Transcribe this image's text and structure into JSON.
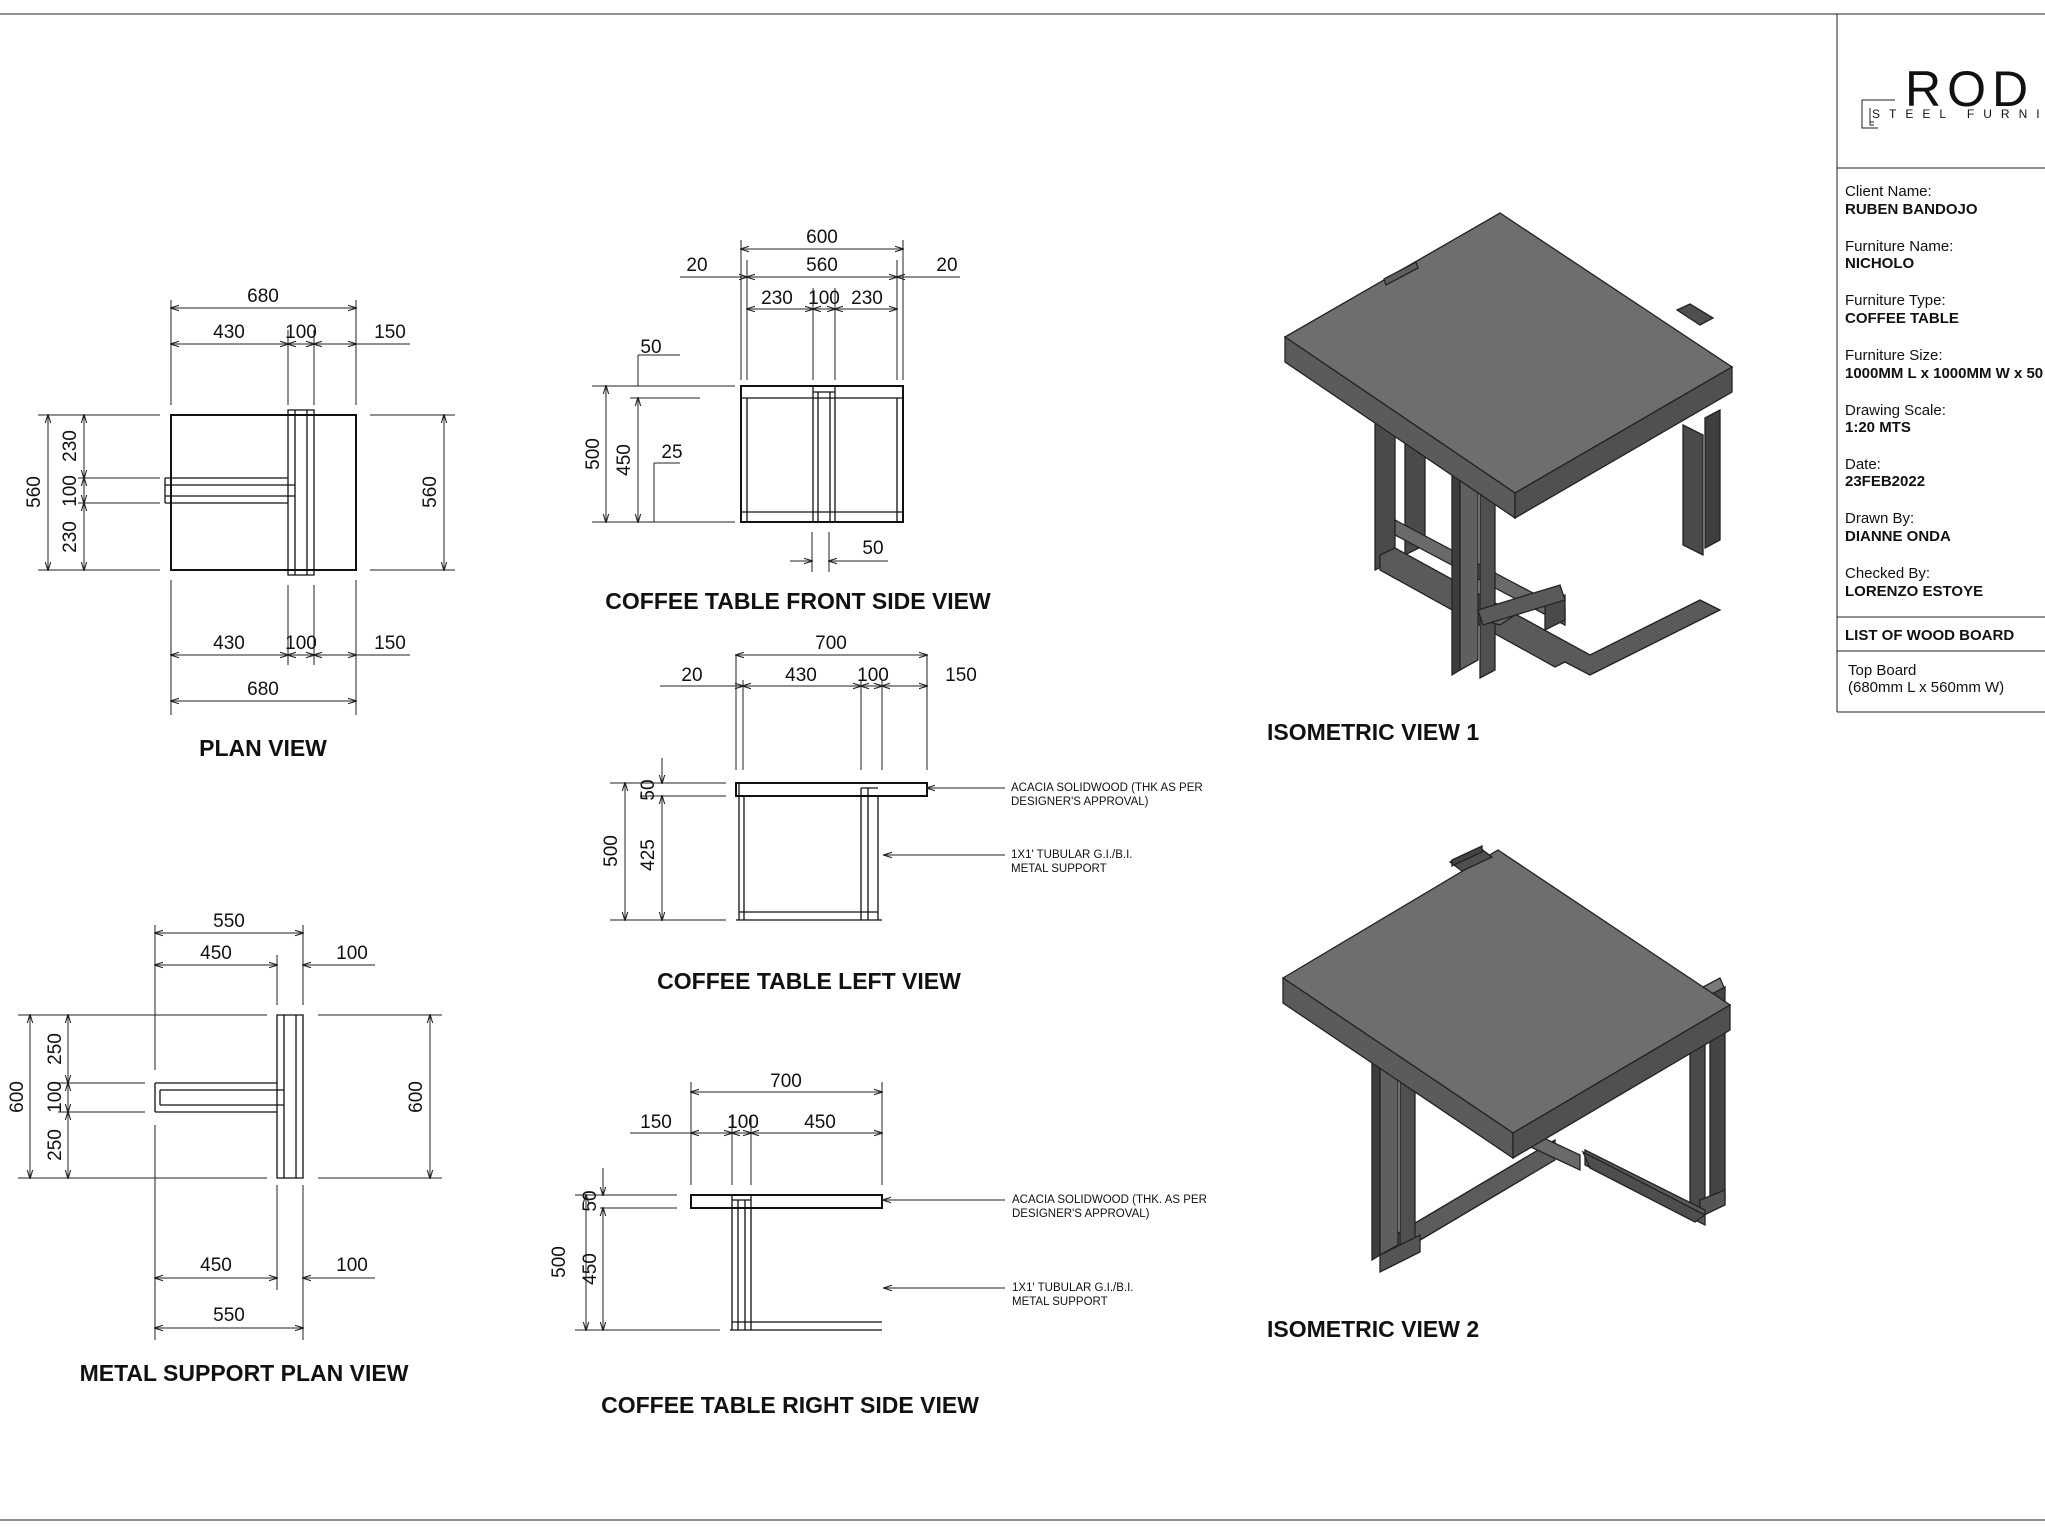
{
  "titles": {
    "plan": "PLAN VIEW",
    "front": "COFFEE TABLE FRONT SIDE VIEW",
    "left": "COFFEE TABLE LEFT VIEW",
    "metal": "METAL SUPPORT PLAN VIEW",
    "right": "COFFEE TABLE RIGHT SIDE VIEW",
    "iso1": "ISOMETRIC VIEW 1",
    "iso2": "ISOMETRIC VIEW 2"
  },
  "plan_dims": {
    "overall": "680",
    "a": "430",
    "b": "100",
    "c": "150",
    "depth": "560",
    "s1": "230",
    "s2": "100",
    "s3": "230",
    "depth_r": "560",
    "overall_b": "680",
    "a_b": "430",
    "b_b": "100",
    "c_b": "150"
  },
  "front_dims": {
    "overall": "600",
    "inner": "560",
    "edge_l": "20",
    "edge_r": "20",
    "a": "230",
    "b": "100",
    "c": "230",
    "top": "50",
    "height": "500",
    "leg": "450",
    "inset": "25",
    "foot": "50"
  },
  "left_dims": {
    "overall": "700",
    "edge": "20",
    "a": "430",
    "b": "100",
    "c": "150",
    "top": "50",
    "height": "500",
    "leg": "425"
  },
  "metal_dims": {
    "overall": "550",
    "a": "450",
    "b": "100",
    "height": "600",
    "s1": "250",
    "s2": "100",
    "s3": "250",
    "height_r": "600",
    "a_b": "450",
    "b_b": "100",
    "overall_b": "550"
  },
  "right_dims": {
    "overall": "700",
    "a": "150",
    "b": "100",
    "c": "450",
    "top": "50",
    "height": "500",
    "leg": "450"
  },
  "notes": {
    "wood_left_1": "ACACIA SOLIDWOOD (THK AS PER",
    "wood_left_2": "DESIGNER'S APPROVAL)",
    "metal_left_1": "1X1' TUBULAR G.I./B.I.",
    "metal_left_2": "METAL SUPPORT",
    "wood_right_1": "ACACIA SOLIDWOOD (THK. AS PER",
    "wood_right_2": "DESIGNER'S APPROVAL)",
    "metal_right_1": "1X1' TUBULAR G.I./B.I.",
    "metal_right_2": "METAL SUPPORT"
  },
  "title_block": {
    "logo": "ROD",
    "logo_sub": "STEEL FURNITU",
    "client_label": "Client Name:",
    "client": "RUBEN BANDOJO",
    "furniture_label": "Furniture Name:",
    "furniture": "NICHOLO",
    "type_label": "Furniture Type:",
    "type": "COFFEE TABLE",
    "size_label": "Furniture Size:",
    "size": "1000MM L x 1000MM W x 50",
    "scale_label": "Drawing Scale:",
    "scale": "1:20 MTS",
    "date_label": "Date:",
    "date": "23FEB2022",
    "drawn_label": "Drawn By:",
    "drawn": "DIANNE ONDA",
    "checked_label": "Checked By:",
    "checked": "LORENZO ESTOYE",
    "list_header": "LIST OF WOOD BOARD",
    "board_1": "Top Board",
    "board_2": "(680mm L x 560mm W)"
  },
  "colors": {
    "top_face": "#6b6b6b",
    "side_face": "#555555",
    "leg_face": "#5a5a5a",
    "leg_dark": "#3f3f3f",
    "line": "#111111"
  }
}
